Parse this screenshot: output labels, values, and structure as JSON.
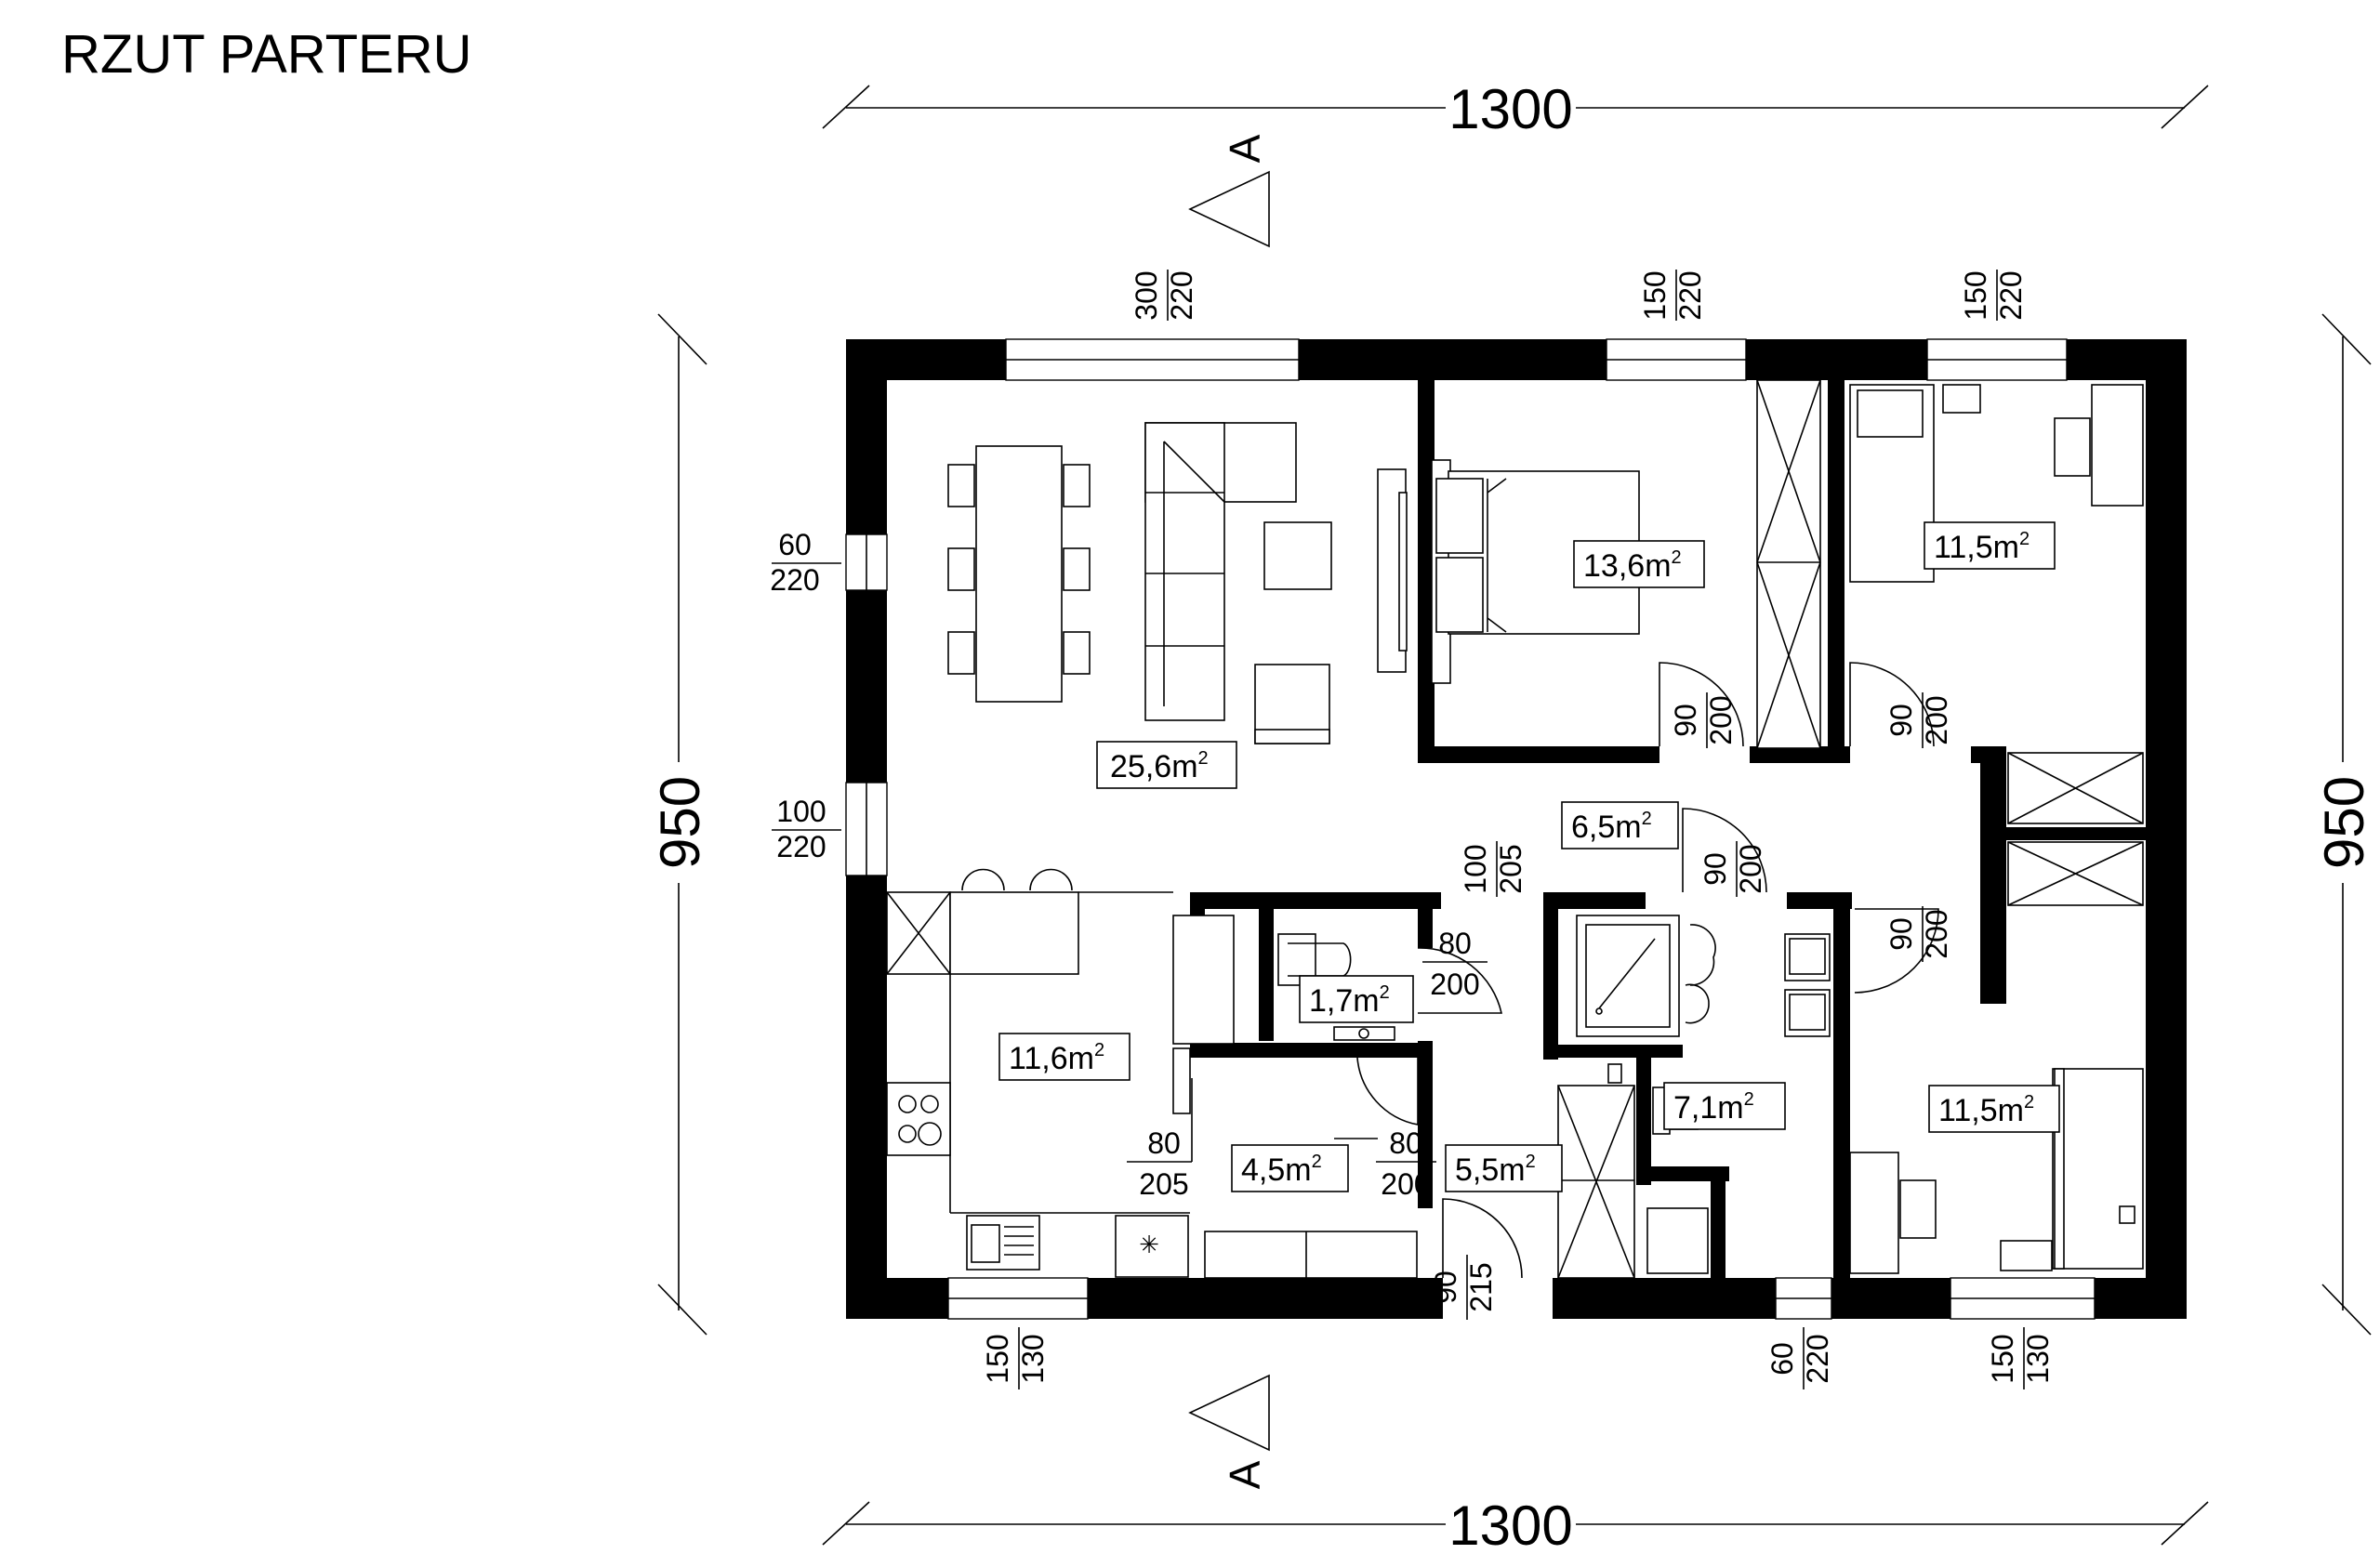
{
  "plan": {
    "title": "RZUT PARTERU",
    "dimensions": {
      "top": "1300",
      "bottom": "1300",
      "left": "950",
      "right": "950"
    },
    "section_marks": {
      "top": "A",
      "bottom": "A"
    },
    "windows": [
      {
        "id": "w-living-top",
        "w": "300",
        "h": "220"
      },
      {
        "id": "w-bed1-top",
        "w": "150",
        "h": "220"
      },
      {
        "id": "w-bed2-top",
        "w": "150",
        "h": "220"
      },
      {
        "id": "w-living-left-1",
        "w": "60",
        "h": "220"
      },
      {
        "id": "w-living-left-2",
        "w": "100",
        "h": "220"
      },
      {
        "id": "w-kitchen-bottom",
        "w": "150",
        "h": "130"
      },
      {
        "id": "w-bath-bottom",
        "w": "60",
        "h": "220"
      },
      {
        "id": "w-bed3-bottom",
        "w": "150",
        "h": "130"
      }
    ],
    "doors": [
      {
        "id": "d-bed1",
        "w": "90",
        "h": "200"
      },
      {
        "id": "d-bed2",
        "w": "90",
        "h": "200"
      },
      {
        "id": "d-hall",
        "w": "90",
        "h": "200"
      },
      {
        "id": "d-bed3",
        "w": "90",
        "h": "200"
      },
      {
        "id": "d-opening",
        "w": "100",
        "h": "205"
      },
      {
        "id": "d-wc",
        "w": "80",
        "h": "200"
      },
      {
        "id": "d-kitchen",
        "w": "80",
        "h": "205"
      },
      {
        "id": "d-storage",
        "w": "80",
        "h": "200"
      },
      {
        "id": "d-entrance",
        "w": "90",
        "h": "215"
      }
    ],
    "rooms": [
      {
        "id": "living",
        "area": "25,6"
      },
      {
        "id": "bedroom-1",
        "area": "13,6"
      },
      {
        "id": "bedroom-2",
        "area": "11,5"
      },
      {
        "id": "hall",
        "area": "6,5"
      },
      {
        "id": "wc",
        "area": "1,7"
      },
      {
        "id": "kitchen",
        "area": "11,6"
      },
      {
        "id": "storage",
        "area": "4,5"
      },
      {
        "id": "entrance",
        "area": "5,5"
      },
      {
        "id": "bathroom",
        "area": "7,1"
      },
      {
        "id": "bedroom-3",
        "area": "11,5"
      }
    ],
    "area_unit": "m",
    "area_exp": "2"
  }
}
